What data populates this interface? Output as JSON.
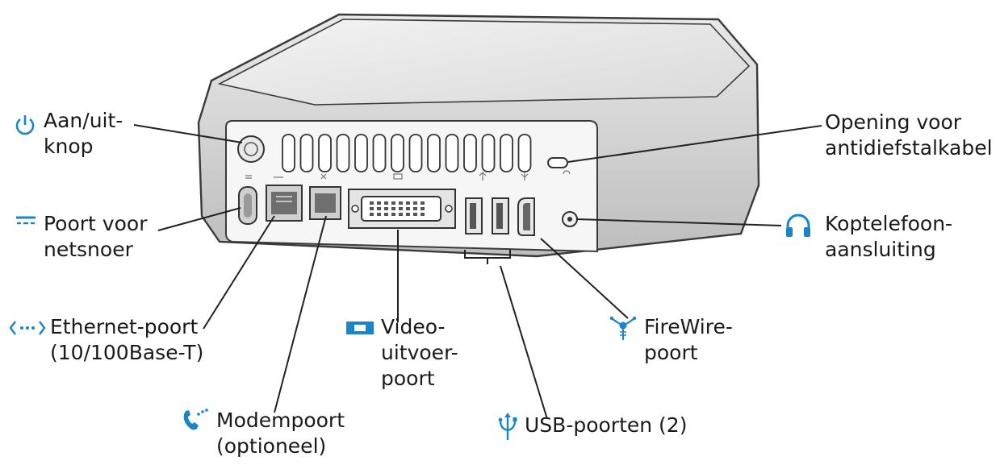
{
  "icon_color": "#1a86c8",
  "labels": {
    "power": [
      "Aan/uit-",
      "knop"
    ],
    "power_cord": [
      "Poort voor",
      "netsnoer"
    ],
    "ethernet": [
      "Ethernet-poort",
      "(10/100Base-T)"
    ],
    "modem": [
      "Modempoort",
      "(optioneel)"
    ],
    "video": [
      "Video-",
      "uitvoer-",
      "poort"
    ],
    "usb": [
      "USB-poorten (2)"
    ],
    "firewire": [
      "FireWire-",
      "poort"
    ],
    "headphone": [
      "Koptelefoon-",
      "aansluiting"
    ],
    "security_slot": [
      "Opening voor",
      "antidiefstalkabel"
    ]
  },
  "icons": {
    "power": "power-icon",
    "power_cord": "power-cord-icon",
    "ethernet": "ethernet-icon",
    "modem": "modem-phone-icon",
    "video": "video-icon",
    "usb": "usb-trident-icon",
    "firewire": "firewire-icon",
    "headphone": "headphone-icon"
  }
}
